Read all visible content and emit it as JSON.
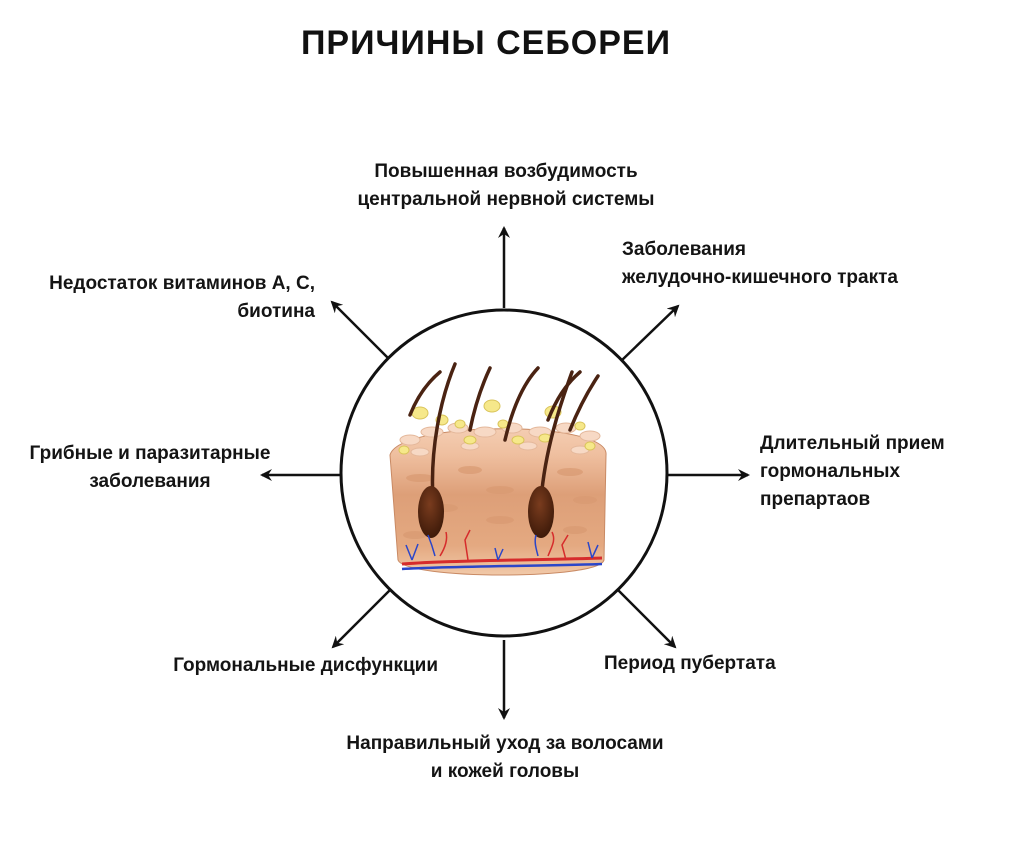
{
  "title": "ПРИЧИНЫ СЕБОРЕИ",
  "causes": {
    "top": {
      "lines": [
        "Повышенная возбудимость",
        "центральной нервной системы"
      ]
    },
    "top_right": {
      "lines": [
        "Заболевания",
        "желудочно-кишечного тракта"
      ]
    },
    "right": {
      "lines": [
        "Длительный прием",
        "гормональных",
        "препартаов"
      ]
    },
    "bottom_right": {
      "lines": [
        "Период пубертата"
      ]
    },
    "bottom": {
      "lines": [
        "Направильный уход за волосами",
        "и кожей головы"
      ]
    },
    "bottom_left": {
      "lines": [
        "Гормональные дисфункции"
      ]
    },
    "left": {
      "lines": [
        "Грибные и паразитарные",
        "заболевания"
      ]
    },
    "top_left": {
      "lines": [
        "Недостаток витаминов А, С,",
        "биотина"
      ]
    }
  },
  "colors": {
    "line": "#111111",
    "skin_top": "#f2c7ac",
    "skin_mid": "#dea27c",
    "skin_deep": "#e9b28c",
    "hair": "#4a2312",
    "sebum": "#f6e88a",
    "artery": "#d62c2c",
    "vein": "#2b46c9"
  }
}
